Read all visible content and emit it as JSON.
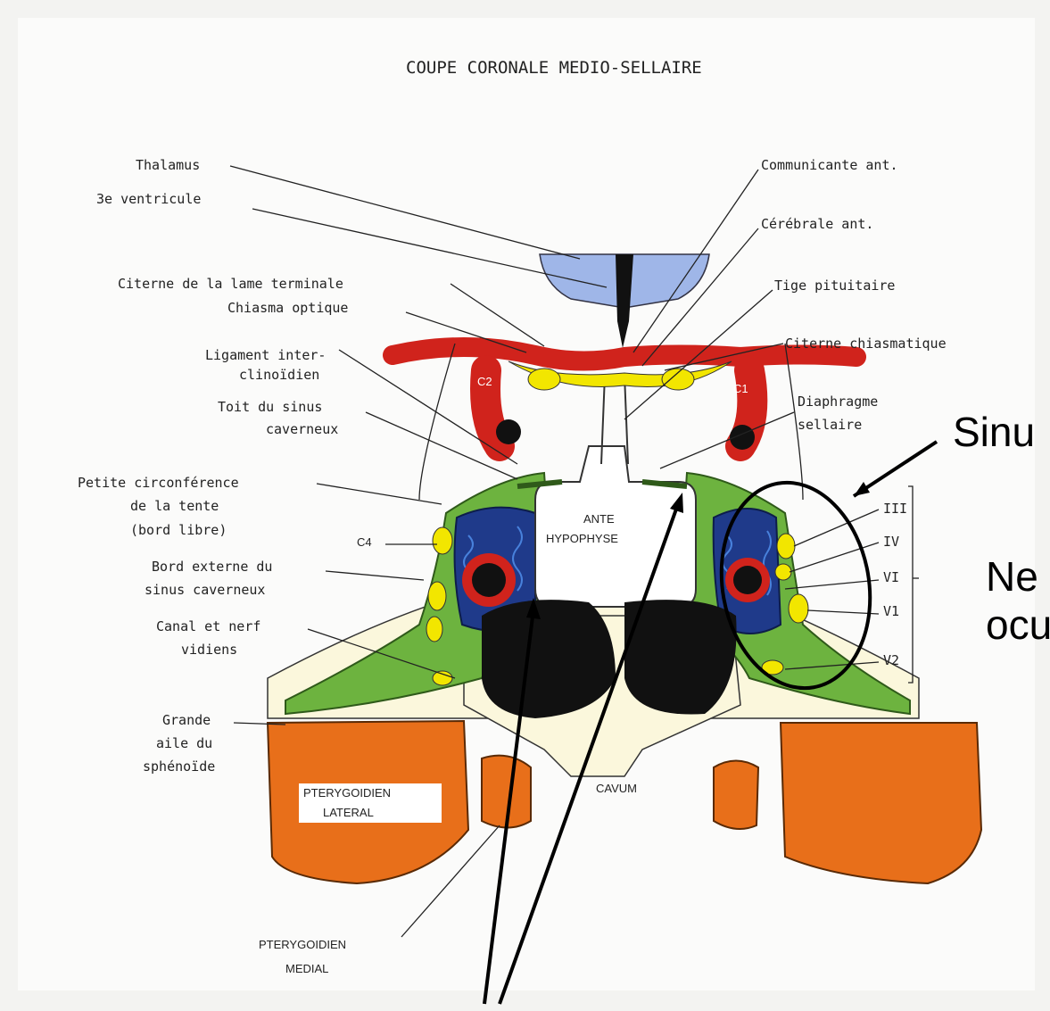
{
  "title": "COUPE CORONALE MEDIO-SELLAIRE",
  "labels_left": {
    "thalamus": "Thalamus",
    "ventricule": "3e ventricule",
    "citerne_lame": "Citerne de la lame terminale",
    "chiasma": "Chiasma optique",
    "ligament_1": "Ligament inter-",
    "ligament_2": "clinoïdien",
    "toit_1": "Toit du sinus",
    "toit_2": "caverneux",
    "petite_1": "Petite circonférence",
    "petite_2": "de la tente",
    "petite_3": "(bord libre)",
    "c4": "C4",
    "bord_1": "Bord externe du",
    "bord_2": "sinus caverneux",
    "canal_1": "Canal et nerf",
    "canal_2": "vidiens",
    "grande_1": "Grande",
    "grande_2": "aile du",
    "grande_3": "sphénoïde",
    "ptery_med_1": "PTERYGOIDIEN",
    "ptery_med_2": "MEDIAL"
  },
  "labels_right": {
    "communicante": "Communicante ant.",
    "cerebrale": "Cérébrale ant.",
    "tige": "Tige pituitaire",
    "citerne_chiasm": "Citerne chiasmatique",
    "diaphragme_1": "Diaphragme",
    "diaphragme_2": "sellaire"
  },
  "inner_labels": {
    "ante": "ANTE",
    "hypophyse": "HYPOPHYSE",
    "cavum": "CAVUM",
    "ptery_lat_1": "PTERYGOIDIEN",
    "ptery_lat_2": "LATERAL",
    "c2": "C2",
    "c1": "C1"
  },
  "nerves": [
    "III",
    "IV",
    "VI",
    "V1",
    "V2"
  ],
  "overlay": {
    "sinus": "Sinu",
    "nerfs_1": "Ne",
    "nerfs_2": "ocu"
  },
  "colors": {
    "green": "#6db33f",
    "blue_dark": "#1f3a8a",
    "red": "#d0231c",
    "yellow": "#f2e600",
    "orange": "#e86f1a",
    "black": "#111111",
    "ventricle_blue": "#9fb6e8",
    "cream": "#fbf7dc"
  }
}
